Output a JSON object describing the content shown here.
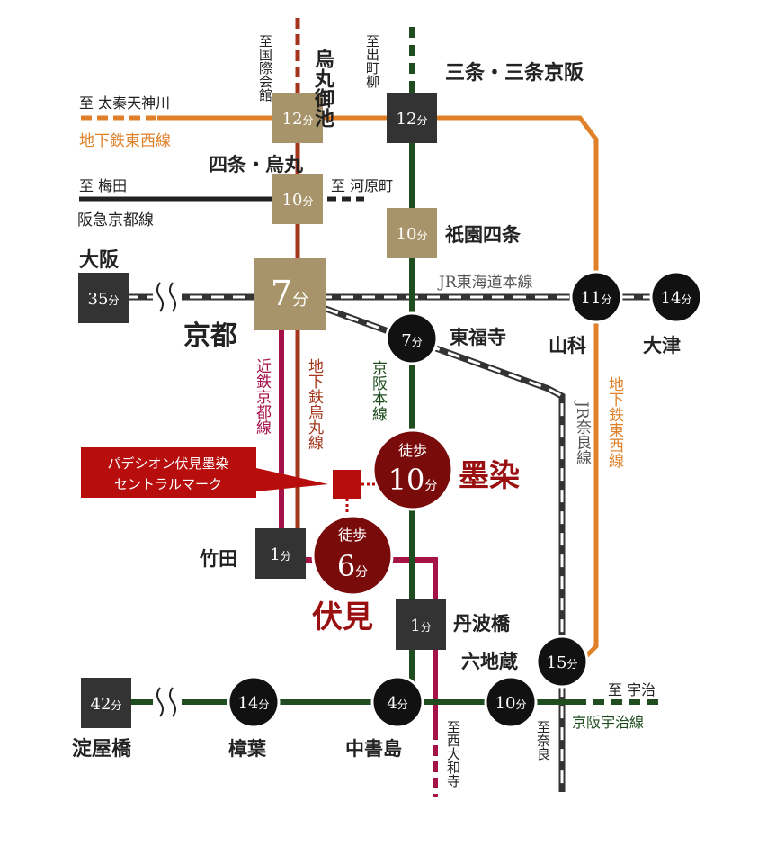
{
  "colors": {
    "tozai": "#e0812a",
    "karasuma": "#a3361b",
    "keihan": "#1f4d1f",
    "kintetsu": "#a51248",
    "hankyu": "#222222",
    "jr": "#7a7a7a",
    "tan_box": "#a8946a",
    "dark_box": "#333333",
    "accent_red": "#9a0f0f"
  },
  "lines": {
    "tozai_top": "地下鉄東西線",
    "tozai_right": "地下鉄東西線",
    "hankyu": "阪急京都線",
    "jr_tokaido": "JR東海道本線",
    "jr_nara": "JR奈良線",
    "kintetsu": "近鉄京都線",
    "karasuma": "地下鉄烏丸線",
    "keihan_main": "京阪本線",
    "keihan_uji": "京阪宇治線"
  },
  "destinations": {
    "kokusai": "至国際会館",
    "demachi": "至出町柳",
    "uzumasa": "至 太秦天神川",
    "umeda": "至 梅田",
    "kawaramachi": "至 河原町",
    "uji": "至 宇治",
    "saidaiji": "至西大和寺",
    "nara": "至奈良"
  },
  "stations": {
    "karasuma_oike": "烏丸御池",
    "sanjo": "三条・三条京阪",
    "shijo_karasuma": "四条・烏丸",
    "gion_shijo": "祇園四条",
    "osaka": "大阪",
    "kyoto": "京都",
    "tofukuji": "東福寺",
    "yamashina": "山科",
    "otsu": "大津",
    "sumizome": "墨染",
    "takeda": "竹田",
    "fushimi": "伏見",
    "tambabashi": "丹波橋",
    "rokujizo": "六地蔵",
    "yodoyabashi": "淀屋橋",
    "kuzuha": "樟葉",
    "chushojima": "中書島"
  },
  "times": {
    "karasuma_oike": "12",
    "sanjo": "12",
    "shijo_karasuma": "10",
    "gion_shijo": "10",
    "osaka": "35",
    "kyoto": "7",
    "tofukuji": "7",
    "yamashina": "11",
    "otsu": "14",
    "takeda": "1",
    "tambabashi": "1",
    "rokujizo": "15",
    "yodoyabashi": "42",
    "kuzuha": "14",
    "chushojima": "4",
    "uji_transfer": "10",
    "unit": "分"
  },
  "walk": {
    "label": "徒歩",
    "sumizome_time": "10",
    "fushimi_time": "6"
  },
  "property_label": "パデシオン伏見墨染セントラルマーク"
}
